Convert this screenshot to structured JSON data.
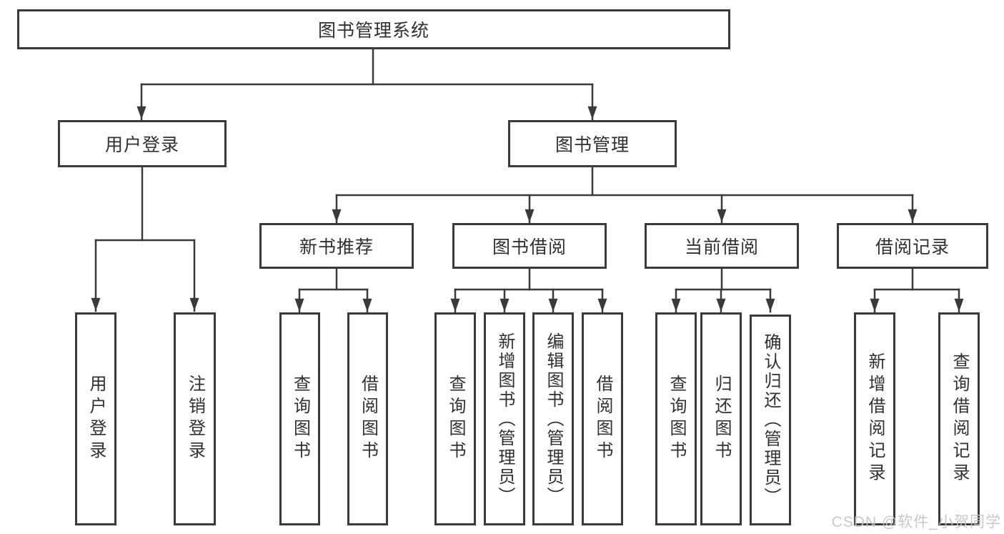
{
  "watermark": "CSDN @软件_小贺同学",
  "colors": {
    "line": "#3a3a3a",
    "box_border": "#3a3a3a",
    "text": "#303030",
    "watermark": "#c3c3c3",
    "background": "#ffffff"
  },
  "tree": {
    "root": {
      "label": "图书管理系统"
    },
    "branches": [
      {
        "label": "用户登录",
        "children": [
          {
            "label": "用户登录"
          },
          {
            "label": "注销登录"
          }
        ]
      },
      {
        "label": "图书管理",
        "children": [
          {
            "label": "新书推荐",
            "children": [
              {
                "label": "查询图书"
              },
              {
                "label": "借阅图书"
              }
            ]
          },
          {
            "label": "图书借阅",
            "children": [
              {
                "label": "查询图书"
              },
              {
                "label": "新增图书（管理员）"
              },
              {
                "label": "编辑图书（管理员）"
              },
              {
                "label": "借阅图书"
              }
            ]
          },
          {
            "label": "当前借阅",
            "children": [
              {
                "label": "查询图书"
              },
              {
                "label": "归还图书"
              },
              {
                "label": "确认归还（管理员）"
              }
            ]
          },
          {
            "label": "借阅记录",
            "children": [
              {
                "label": "新增借阅记录"
              },
              {
                "label": "查询借阅记录"
              }
            ]
          }
        ]
      }
    ]
  }
}
